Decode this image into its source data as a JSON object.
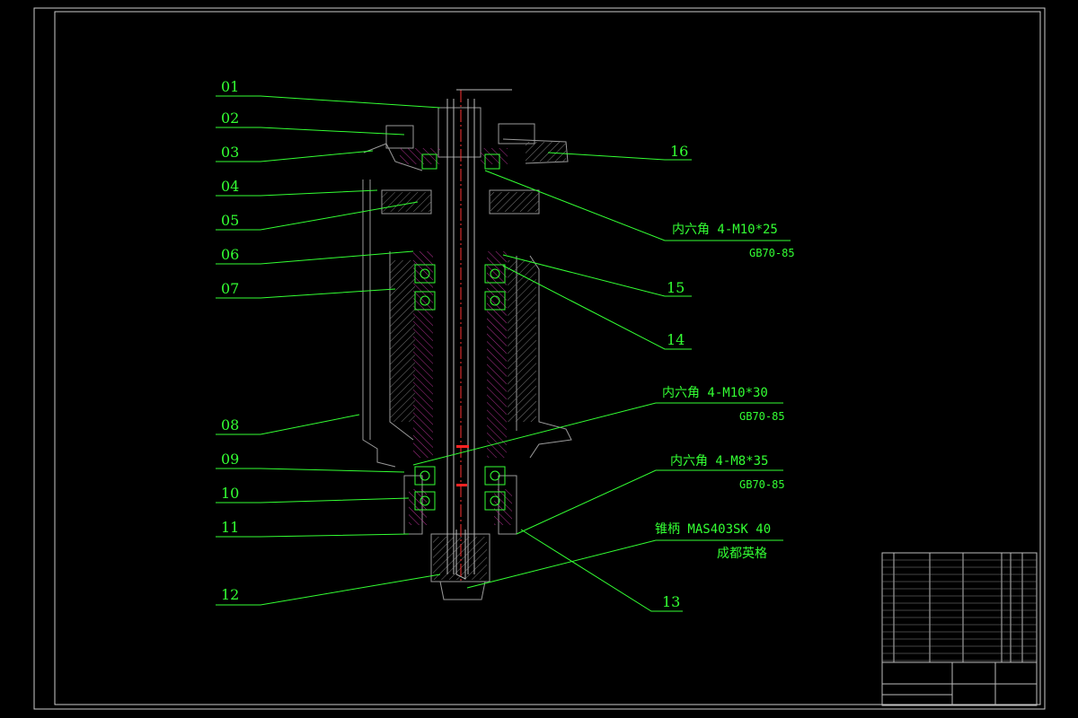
{
  "colors": {
    "background": "#000000",
    "frame": "#ffffff",
    "leader": "#33ff33",
    "section": "#cc3399",
    "hatch": "#808080",
    "centerline": "#ff3333"
  },
  "part_labels": {
    "p01": "01",
    "p02": "02",
    "p03": "03",
    "p04": "04",
    "p05": "05",
    "p06": "06",
    "p07": "07",
    "p08": "08",
    "p09": "09",
    "p10": "10",
    "p11": "11",
    "p12": "12",
    "p13": "13",
    "p14": "14",
    "p15": "15",
    "p16": "16"
  },
  "annotations": {
    "a1_main": "内六角 4-M10*25",
    "a1_std": "GB70-85",
    "a2_main": "内六角 4-M10*30",
    "a2_std": "GB70-85",
    "a3_main": "内六角 4-M8*35",
    "a3_std": "GB70-85",
    "a4_main": "锥柄 MAS403SK 40",
    "a4_sub": "成都英格"
  }
}
